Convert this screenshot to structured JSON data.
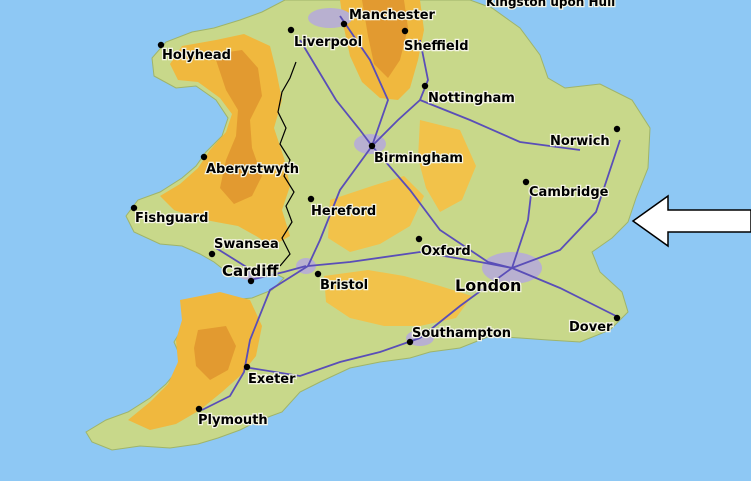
{
  "map": {
    "region": "England and Wales",
    "colors": {
      "sea": "#8ec8f4",
      "lowland": "#c8d88a",
      "upland": "#f2c24a",
      "highland": "#e8a83c",
      "urban": "#b8b0d0",
      "roads": "#5a4eb8",
      "border": "#000000"
    },
    "cities": [
      {
        "id": "manchester",
        "name": "Manchester"
      },
      {
        "id": "liverpool",
        "name": "Liverpool"
      },
      {
        "id": "sheffield",
        "name": "Sheffield"
      },
      {
        "id": "holyhead",
        "name": "Holyhead"
      },
      {
        "id": "nottingham",
        "name": "Nottingham"
      },
      {
        "id": "norwich",
        "name": "Norwich"
      },
      {
        "id": "birmingham",
        "name": "Birmingham"
      },
      {
        "id": "aberystwyth",
        "name": "Aberystwyth"
      },
      {
        "id": "cambridge",
        "name": "Cambridge"
      },
      {
        "id": "hereford",
        "name": "Hereford"
      },
      {
        "id": "fishguard",
        "name": "Fishguard"
      },
      {
        "id": "swansea",
        "name": "Swansea"
      },
      {
        "id": "cardiff",
        "name": "Cardiff"
      },
      {
        "id": "oxford",
        "name": "Oxford"
      },
      {
        "id": "bristol",
        "name": "Bristol"
      },
      {
        "id": "london",
        "name": "London"
      },
      {
        "id": "dover",
        "name": "Dover"
      },
      {
        "id": "southampton",
        "name": "Southampton"
      },
      {
        "id": "exeter",
        "name": "Exeter"
      },
      {
        "id": "plymouth",
        "name": "Plymouth"
      }
    ],
    "top_partial_label": "Kingston upon Hull",
    "arrow": {
      "direction": "left",
      "icon": "left-arrow-icon"
    }
  }
}
